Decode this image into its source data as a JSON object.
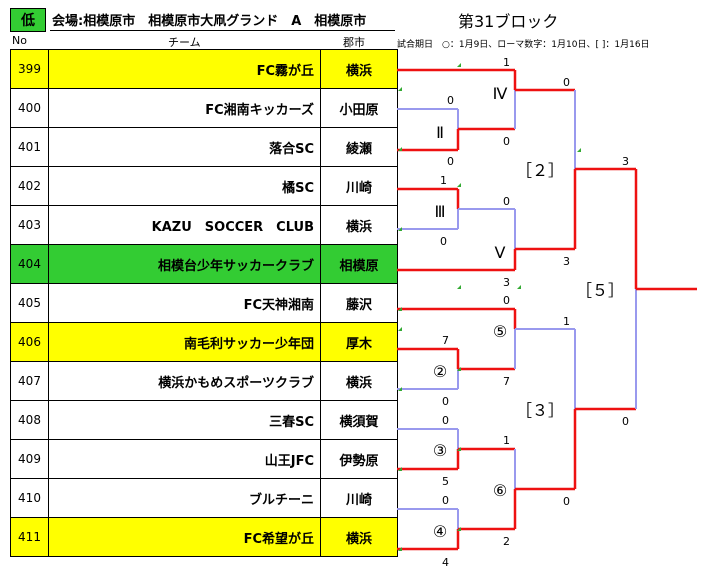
{
  "header": {
    "grade": "低",
    "venue": "会場:相模原市　相模原市大凧グランド　A　相模原市",
    "block_title": "第31ブロック",
    "col_no": "No",
    "col_team": "チーム",
    "col_city": "郡市",
    "legend": "試合期日　○：1月9日、ローマ数字：1月10日、[ ]：1月16日"
  },
  "colors": {
    "winner_line": "#ee1111",
    "loser_line": "#9999ee",
    "highlight_yellow": "#ffff00",
    "highlight_green": "#33cc33",
    "marker": "#33aa33"
  },
  "teams": [
    {
      "no": "399",
      "name": "FC霧が丘",
      "city": "横浜",
      "highlight": "yellow"
    },
    {
      "no": "400",
      "name": "FC湘南キッカーズ",
      "city": "小田原",
      "highlight": "none"
    },
    {
      "no": "401",
      "name": "落合SC",
      "city": "綾瀬",
      "highlight": "none"
    },
    {
      "no": "402",
      "name": "橘SC",
      "city": "川崎",
      "highlight": "none"
    },
    {
      "no": "403",
      "name": "KAZU　SOCCER　CLUB",
      "city": "横浜",
      "highlight": "none"
    },
    {
      "no": "404",
      "name": "相模台少年サッカークラブ",
      "city": "相模原",
      "highlight": "green"
    },
    {
      "no": "405",
      "name": "FC天神湘南",
      "city": "藤沢",
      "highlight": "none"
    },
    {
      "no": "406",
      "name": "南毛利サッカー少年団",
      "city": "厚木",
      "highlight": "yellow"
    },
    {
      "no": "407",
      "name": "横浜かもめスポーツクラブ",
      "city": "横浜",
      "highlight": "none"
    },
    {
      "no": "408",
      "name": "三春SC",
      "city": "横須賀",
      "highlight": "none"
    },
    {
      "no": "409",
      "name": "山王JFC",
      "city": "伊勢原",
      "highlight": "none"
    },
    {
      "no": "410",
      "name": "ブルチーニ",
      "city": "川崎",
      "highlight": "none"
    },
    {
      "no": "411",
      "name": "FC希望が丘",
      "city": "横浜",
      "highlight": "yellow"
    }
  ],
  "round_labels": {
    "II": "Ⅱ",
    "III": "Ⅲ",
    "IV": "Ⅳ",
    "V": "Ⅴ",
    "c2": "②",
    "c3": "③",
    "c4": "④",
    "c5": "⑤",
    "c6": "⑥",
    "b2": "［２］",
    "b3": "［３］",
    "b5": "［５］"
  },
  "scores": {
    "m2_top": "0",
    "m2_bot": "0",
    "m3_top": "1",
    "m3_bot": "0",
    "m4_top": "1",
    "m4_bot": "0",
    "m5_top": "0",
    "m5_bot": "3",
    "mb2_top": "0",
    "mb2_bot": "3",
    "c2_top": "7",
    "c2_bot": "0",
    "c3_top": "0",
    "c3_bot": "5",
    "c4_top": "0",
    "c4_bot": "4",
    "c5_top": "0",
    "c5_bot": "7",
    "c6_top": "1",
    "c6_bot": "2",
    "mb3_top": "1",
    "mb3_bot": "0",
    "final_top": "3",
    "final_bot": "0"
  }
}
